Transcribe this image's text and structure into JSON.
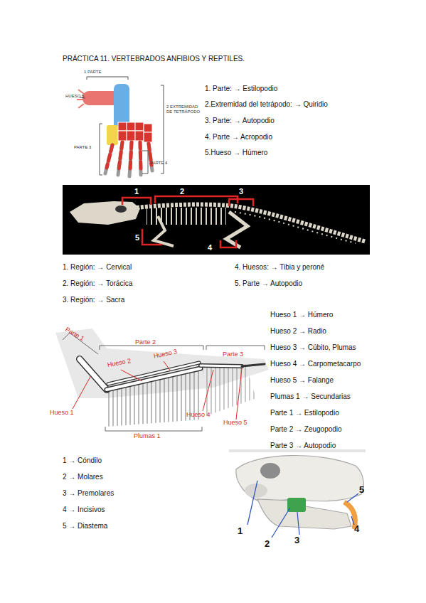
{
  "diagram": {
    "title": "PRÁCTICA 11. VERTEBRADOS ANFIBIOS Y REPTILES.",
    "labels": [
      "1 PARTE",
      "2 EXTREMIDAD DE TETRÁPODO",
      "HUESO 5",
      "PARTE 3",
      "PARTE 4",
      "1. Parte: → Estilopodio",
      "2.Extremidad del tetrápodo: → Quiridio",
      "3. Parte: → Autopodio",
      "4. Parte → Acropodio",
      "5.Hueso → Húmero",
      "1",
      "2",
      "3",
      "5",
      "4",
      "1. Región: → Cervical",
      "4. Huesos: → Tibia y peroné",
      "2. Región: → Torácica",
      "5. Parte → Autopodio",
      "3. Región: → Sacra",
      "Hueso 1 → Húmero",
      "Hueso 2 → Radio",
      "Hueso 3 → Cúbito, Plumas",
      "Hueso 4 → Carpometacarpo",
      "Hueso 5 → Falange",
      "Plumas 1 → Secundarias",
      "Parte 1 → Estilopodio",
      "Parte 2 → Zeugopodio",
      "Parte 3 → Autopodio",
      "Parte 1",
      "Parte 2",
      "Hueso 3",
      "Parte 3",
      "Hueso 2",
      "Hueso 1",
      "Hueso 4",
      "Hueso 5",
      "Plumas 1",
      "1 → Cóndilo",
      "2 → Molares",
      "3 → Premolares",
      "4 → Incisivos",
      "5 → Diastema",
      "5",
      "1",
      "2",
      "3",
      "4"
    ]
  }
}
